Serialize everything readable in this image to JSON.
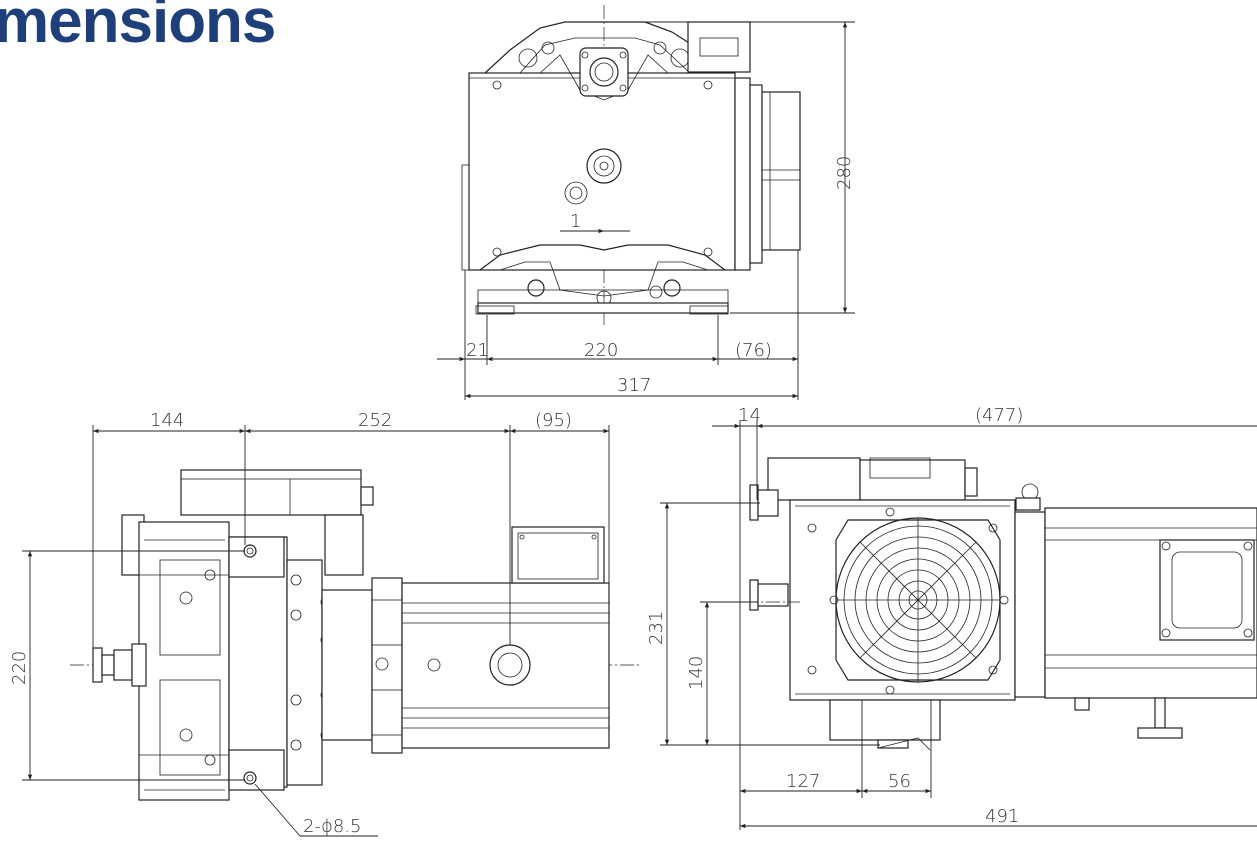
{
  "title": "mensions",
  "top_view": {
    "height_label": "280",
    "offset_label": "1",
    "width_labels": [
      "21",
      "220",
      "(76)"
    ],
    "total_width_label": "317"
  },
  "side_view": {
    "top_labels": [
      "144",
      "252",
      "(95)"
    ],
    "height_label": "220",
    "hole_label": "2-ϕ8.5"
  },
  "rear_view": {
    "top_labels": [
      "14",
      "(477)"
    ],
    "height_label": "231",
    "center_height_label": "140",
    "bottom_labels": [
      "127",
      "56"
    ],
    "total_length_label": "491"
  },
  "colors": {
    "title": "#1e3f7a",
    "lines": "#222222"
  }
}
